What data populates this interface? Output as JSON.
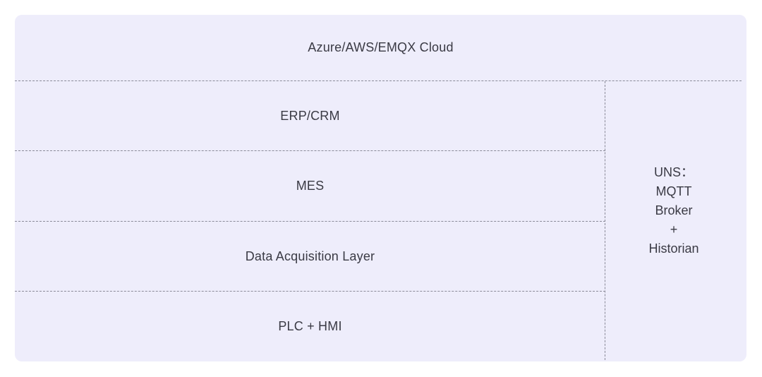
{
  "diagram": {
    "cloud": "Azure/AWS/EMQX Cloud",
    "layers": [
      "ERP/CRM",
      "MES",
      "Data Acquisition Layer",
      "PLC + HMI"
    ],
    "uns": {
      "lines": [
        "UNS：",
        "MQTT",
        "Broker",
        "+",
        "Historian"
      ]
    },
    "colors": {
      "panel_bg": "#eeedfb",
      "divider": "#8a8a98",
      "text": "#3a3a44"
    }
  }
}
